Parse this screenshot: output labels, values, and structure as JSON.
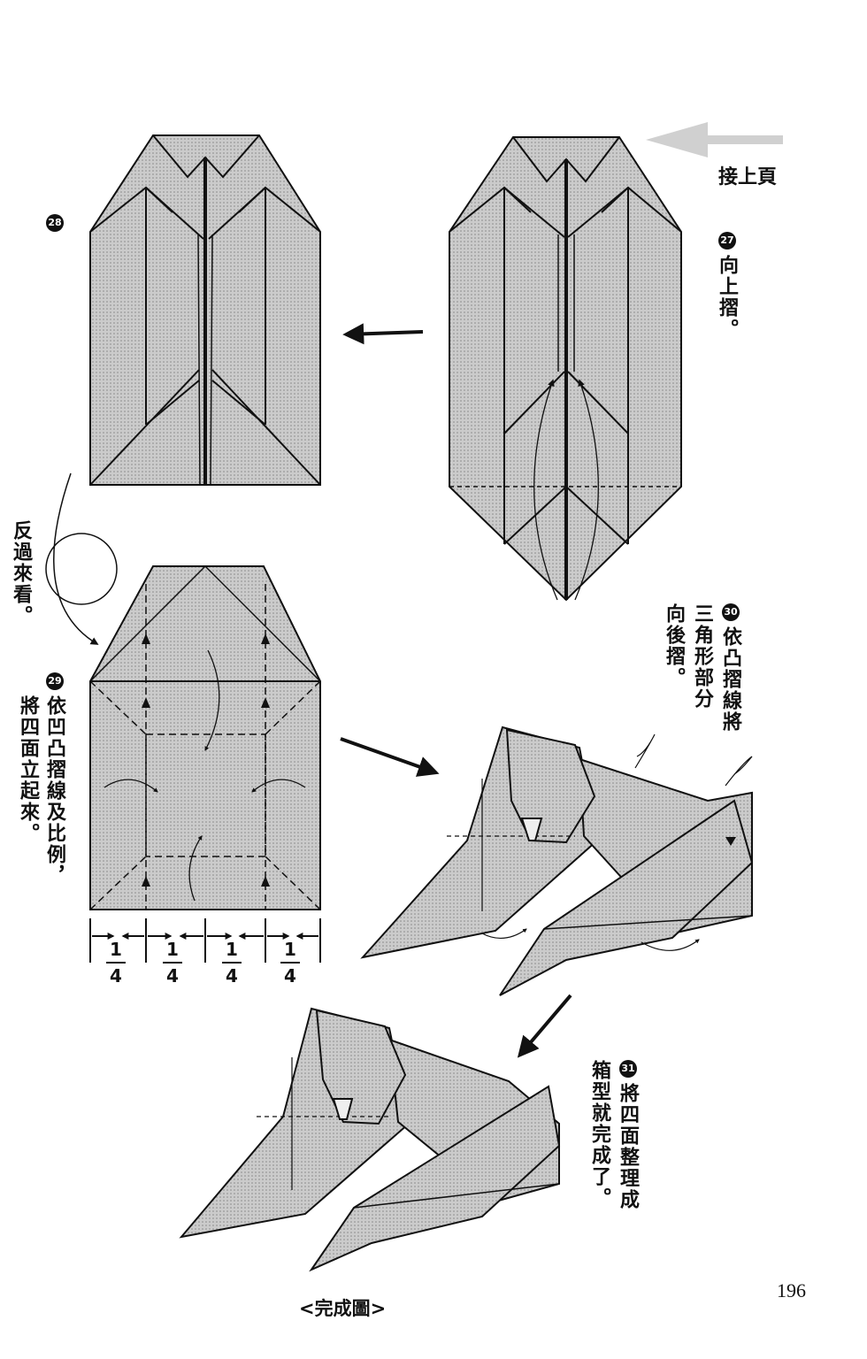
{
  "continue_label": "接上頁",
  "page_number": "196",
  "flip_note": "反過來看。",
  "final_label": "<完成圖>",
  "fraction_label": {
    "numerator": "1",
    "denominator": "4"
  },
  "steps": [
    {
      "number": "27",
      "text": "向上摺。"
    },
    {
      "number": "28",
      "text": ""
    },
    {
      "number": "29",
      "text": [
        "依凹凸摺線及比例，",
        "將四面立起來。"
      ]
    },
    {
      "number": "30",
      "text": [
        "依凸摺線將",
        "三角形部分",
        "向後摺。"
      ]
    },
    {
      "number": "31",
      "text": [
        "將四面整理成",
        "箱型就完成了。"
      ]
    }
  ],
  "colors": {
    "paper_fill": "#c4c4c4",
    "line": "#111111",
    "continue_arrow": "#cfcfcf"
  }
}
